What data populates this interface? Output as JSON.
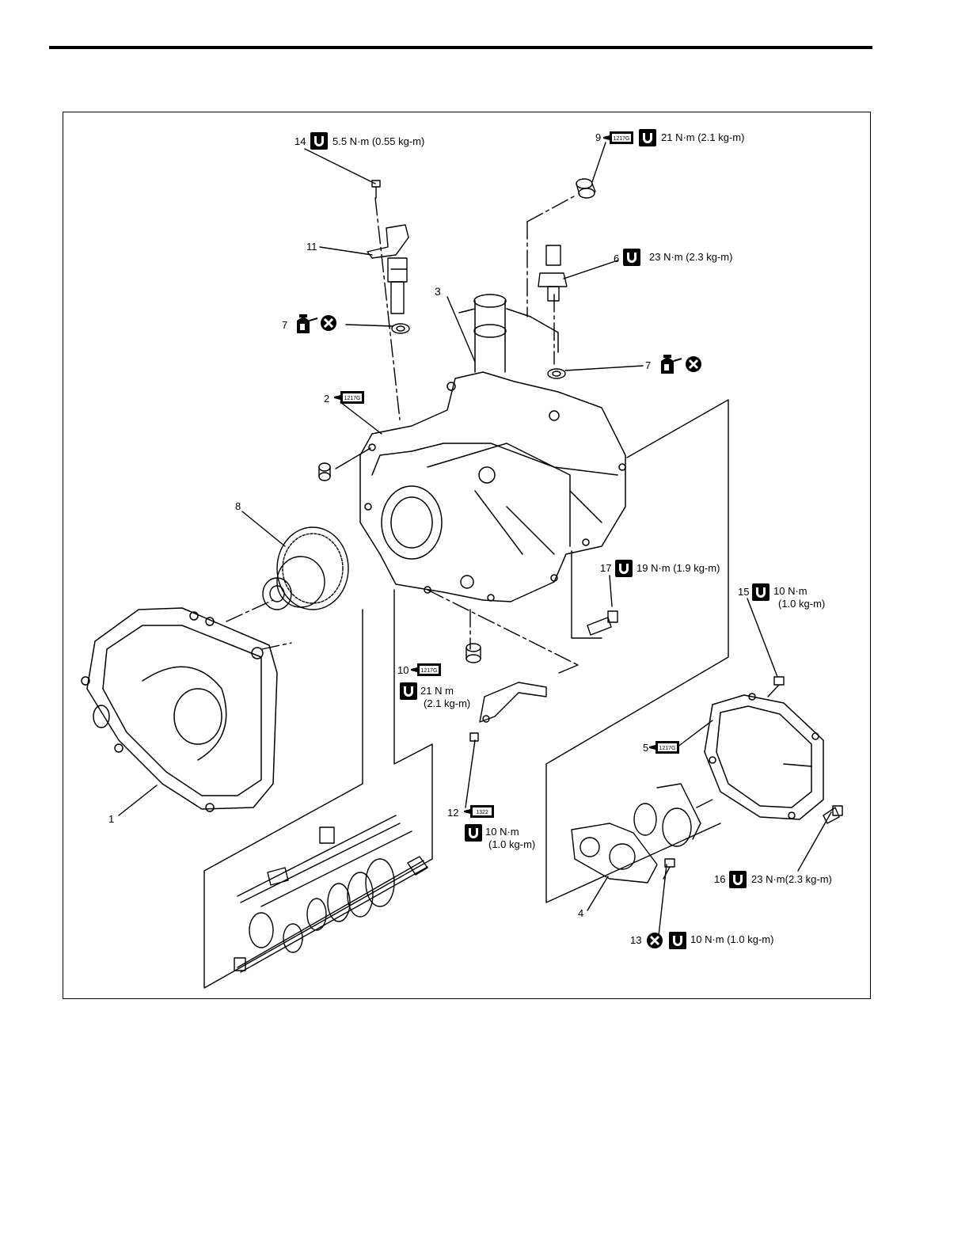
{
  "callouts": {
    "c14": {
      "num": "14",
      "torque": "5.5 N·m (0.55 kg-m)"
    },
    "c9": {
      "num": "9",
      "sealant": "1217G",
      "torque": "21 N·m (2.1 kg-m)"
    },
    "c11": {
      "num": "11"
    },
    "c6": {
      "num": "6",
      "torque": "23 N·m (2.3 kg-m)"
    },
    "c3": {
      "num": "3"
    },
    "c7a": {
      "num": "7"
    },
    "c7b": {
      "num": "7"
    },
    "c2": {
      "num": "2",
      "sealant": "1217G"
    },
    "c8": {
      "num": "8"
    },
    "c17": {
      "num": "17",
      "torque": "19 N·m (1.9 kg-m)"
    },
    "c15": {
      "num": "15",
      "torque_line1": "10 N·m",
      "torque_line2": "(1.0 kg-m)"
    },
    "c10": {
      "num": "10",
      "sealant": "1217G",
      "torque_line1": "21 N m",
      "torque_line2": "(2.1 kg-m)"
    },
    "c5": {
      "num": "5",
      "sealant": "1217G"
    },
    "c1": {
      "num": "1"
    },
    "c12": {
      "num": "12",
      "sealant": "1322",
      "torque_line1": "10 N·m",
      "torque_line2": "(1.0 kg-m)"
    },
    "c16": {
      "num": "16",
      "torque": "23 N·m(2.3 kg-m)"
    },
    "c4": {
      "num": "4"
    },
    "c13": {
      "num": "13",
      "torque": "10 N·m (1.0 kg-m)"
    }
  }
}
